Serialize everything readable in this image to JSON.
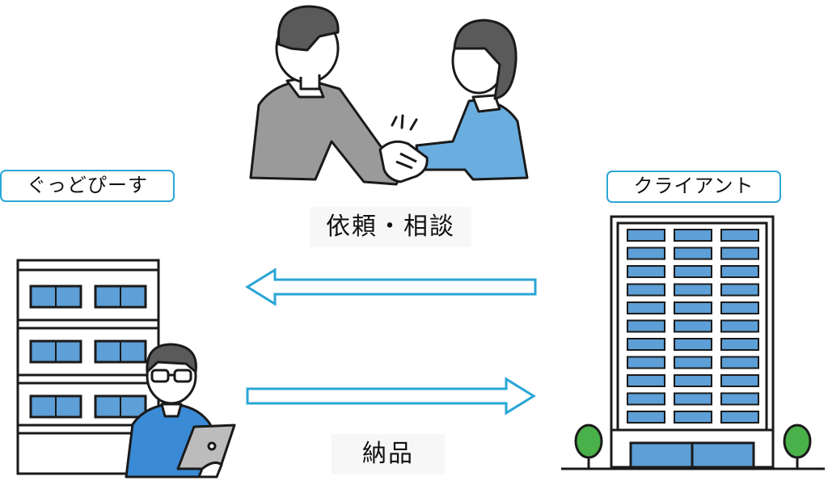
{
  "diagram": {
    "left_party": "ぐっどぴーす",
    "right_party": "クライアント",
    "request_label": "依頼・相談",
    "delivery_label": "納品"
  },
  "colors": {
    "arrow": "#2aa6d6",
    "window": "#5d9fd6",
    "outline": "#1a1a1a",
    "suit_gray": "#9a9a9a",
    "blouse_blue": "#6aaee0",
    "shirt_blue": "#3a8ad6",
    "tree": "#4ab049"
  },
  "icons": {
    "handshake": "handshake-illustration",
    "left_building": "apartment-building-icon",
    "right_building": "office-tower-icon",
    "worker": "laptop-worker-icon"
  }
}
